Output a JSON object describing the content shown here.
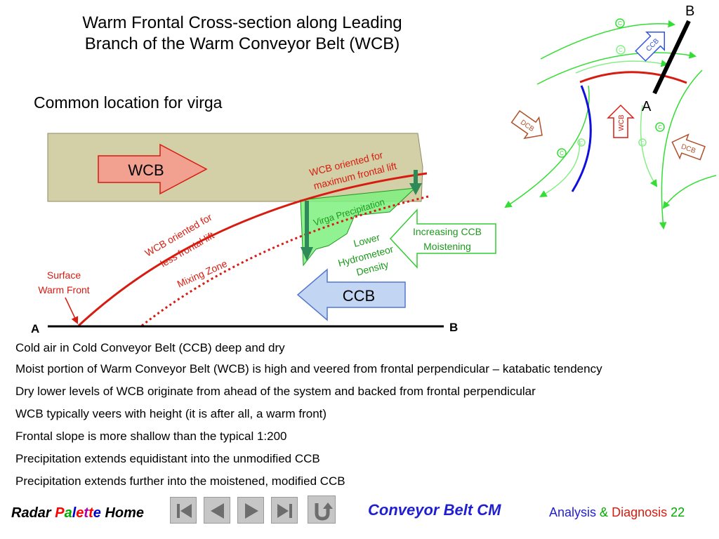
{
  "title": "Warm Frontal Cross-section along Leading Branch of the Warm Conveyor Belt (WCB)",
  "virga_heading": "Common location for virga",
  "cross_section": {
    "wcb_arrow": "WCB",
    "ccb_arrow": "CCB",
    "label_max_lift_1": "WCB oriented for",
    "label_max_lift_2": "maximum frontal lift",
    "label_less_lift_1": "WCB oriented for",
    "label_less_lift_2": "less frontal lift",
    "virga_label": "Virga Precipitation",
    "mixing_zone": "Mixing Zone",
    "lower_density_1": "Lower",
    "lower_density_2": "Hydrometeor",
    "lower_density_3": "Density",
    "moistening_1": "Increasing CCB",
    "moistening_2": "Moistening",
    "surface_front_1": "Surface",
    "surface_front_2": "Warm Front",
    "point_a": "A",
    "point_b": "B"
  },
  "plan_view": {
    "point_a": "A",
    "point_b": "B",
    "ccb": "CCB",
    "dcb_left": "DCB",
    "dcb_right": "DCB",
    "wcb": "WCB",
    "c_marker": "C"
  },
  "notes": [
    "Cold air in Cold Conveyor Belt (CCB) deep and dry",
    "Moist portion of Warm Conveyor Belt (WCB) is high and veered from frontal perpendicular – katabatic tendency",
    "Dry lower levels of WCB originate from ahead of the system and backed from frontal perpendicular",
    "WCB typically veers with height (it is after all, a warm front)",
    "Frontal slope is more shallow than the typical 1:200",
    "Precipitation extends equidistant into the unmodified CCB",
    "Precipitation extends further into the moistened, modified CCB"
  ],
  "footer": {
    "radar": "Radar",
    "palette_letters": [
      "P",
      "a",
      "l",
      "e",
      "t",
      "t",
      "e"
    ],
    "palette_colors": [
      "#ff0000",
      "#00aa00",
      "#0000cc",
      "#ff0000",
      "#aa00aa",
      "#ff0000",
      "#0000cc"
    ],
    "home": "Home",
    "section": "Conveyor Belt CM",
    "analysis": "Analysis",
    "amp": "&",
    "diagnosis": "Diagnosis",
    "page": "22"
  },
  "colors": {
    "front_red": "#d81b10",
    "warm_box": "#d3cfa6",
    "wcb_arrow": "#f2a08f",
    "ccb_arrow": "#c2d6f4",
    "virga_green": "#7ef07e",
    "arrow_green": "#2e8b57",
    "stream_green": "#33dd33",
    "cold_front_blue": "#1010dd"
  }
}
